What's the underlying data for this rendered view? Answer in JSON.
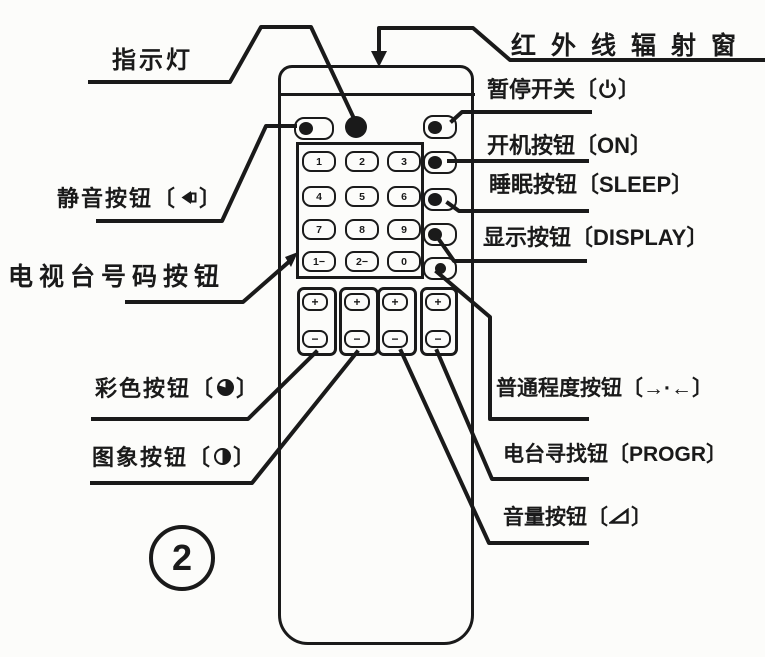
{
  "figure_number": "2",
  "ink_color": "#1a1a1a",
  "labels": {
    "indicator": {
      "text": "指示灯"
    },
    "ir_window": {
      "text": "红外线辐射窗"
    },
    "pause": {
      "text": "暂停开关〔",
      "close": "〕",
      "icon": "power"
    },
    "power_on": {
      "text": "开机按钮〔ON〕"
    },
    "sleep": {
      "text": "睡眠按钮〔SLEEP〕"
    },
    "display": {
      "text": "显示按钮〔DISPLAY〕"
    },
    "normal_level": {
      "text": "普通程度按钮〔→·←〕"
    },
    "progr": {
      "text": "电台寻找钮〔PROGR〕"
    },
    "volume": {
      "text": "音量按钮〔",
      "close": "〕",
      "icon": "triangle"
    },
    "mute": {
      "text": "静音按钮〔",
      "close": "〕",
      "icon": "speaker"
    },
    "channel_numbers": {
      "text": "电视台号码按钮"
    },
    "color": {
      "text": "彩色按钮〔",
      "close": "〕",
      "icon": "three-quarter-circle"
    },
    "picture": {
      "text": "图象按钮〔",
      "close": "〕",
      "icon": "half-circle"
    }
  },
  "remote": {
    "keypad_digits": [
      "1",
      "2",
      "3",
      "4",
      "5",
      "6",
      "7",
      "8",
      "9",
      "1−",
      "2−",
      "0"
    ],
    "rocker_plus": "+",
    "rocker_minus": "−"
  }
}
